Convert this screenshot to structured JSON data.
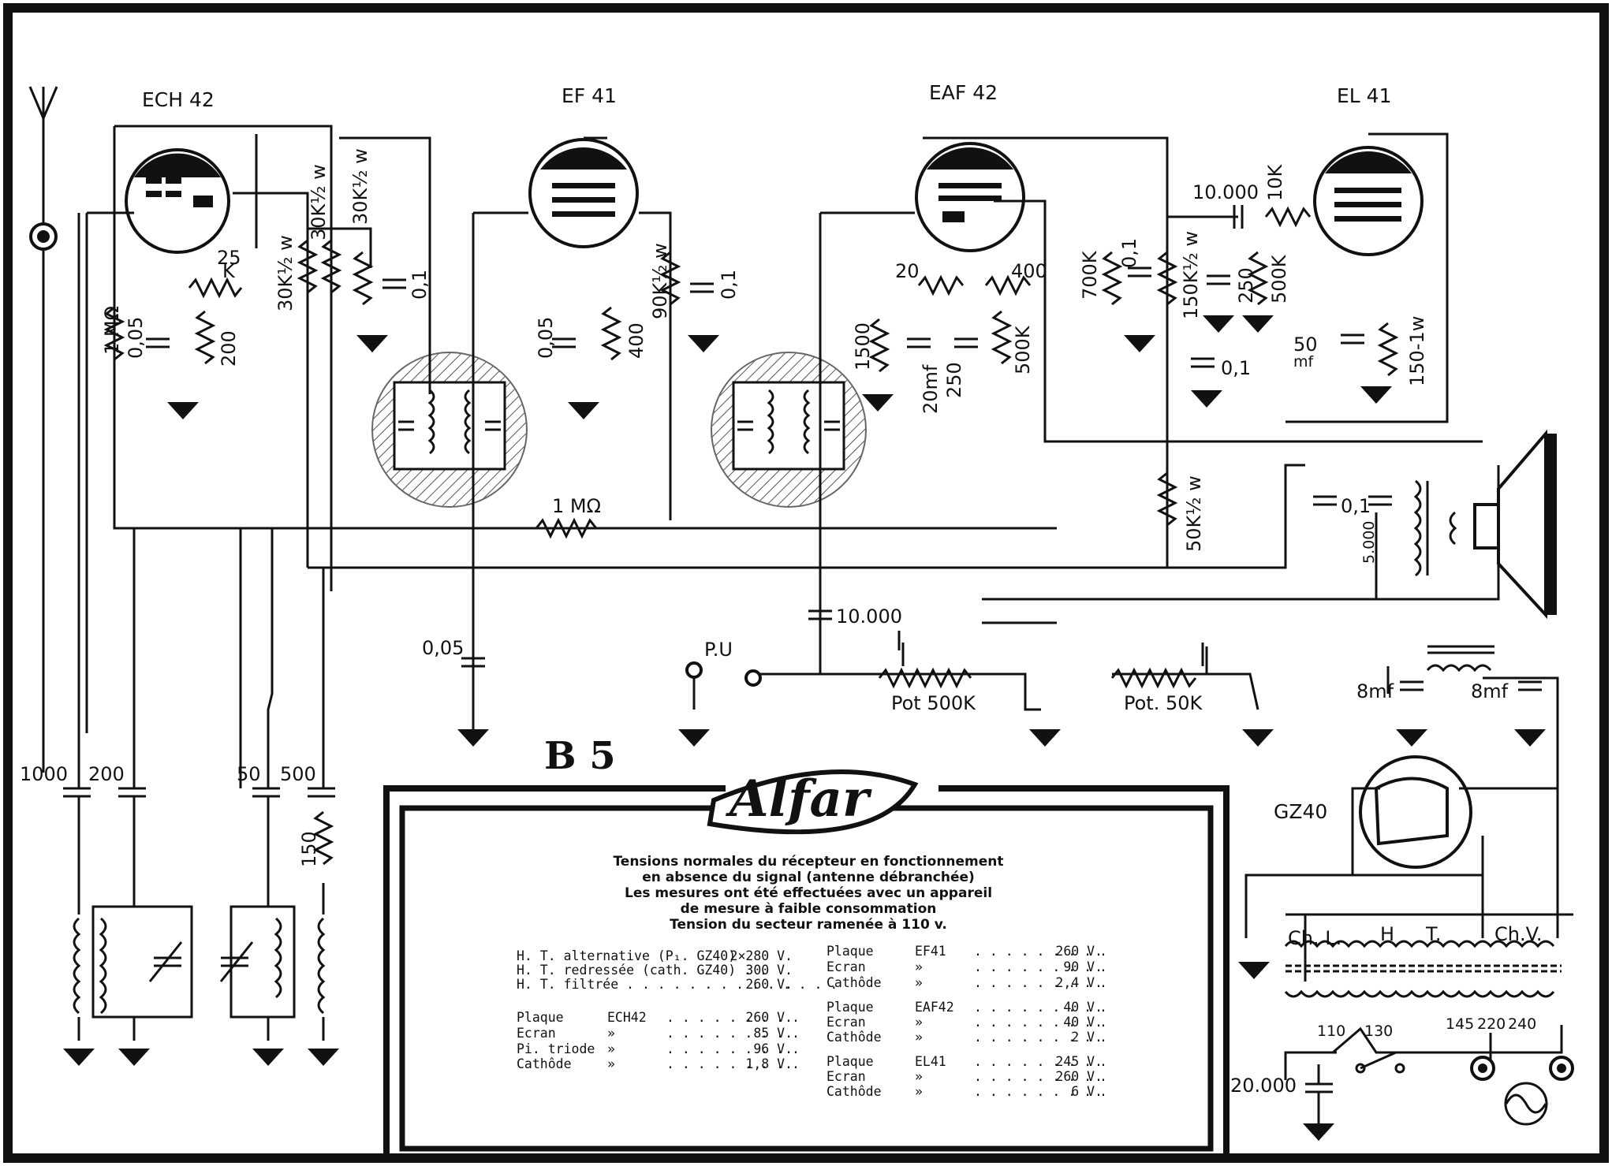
{
  "tubes": [
    {
      "id": "ech42",
      "label": "ECH 42"
    },
    {
      "id": "ef41",
      "label": "EF 41"
    },
    {
      "id": "eaf42",
      "label": "EAF 42"
    },
    {
      "id": "el41",
      "label": "EL 41"
    },
    {
      "id": "gz40",
      "label": "GZ40"
    }
  ],
  "model_label": "B 5",
  "brand": "Alfar",
  "components": {
    "r_25k": "25",
    "r_25k_unit": "K",
    "r_1m_left": "1 MΩ",
    "c_005_ech": "0,05",
    "r_200": "200",
    "r_30k_a": "30K½ w",
    "r_30k_b": "30K½ w",
    "r_30k_c": "30K½ w",
    "c_01_ech": "0,1",
    "c_005_ef": "0,05",
    "r_400_ef": "400",
    "r_90k": "90K½ w",
    "c_01_ef": "0,1",
    "r_20": "20",
    "r_400_eaf": "400",
    "r_1500": "1500",
    "c_20mf": "20mf",
    "r_250": "250",
    "r_500k": "500K",
    "r_700k": "700K",
    "c_01_eaf": "0,1",
    "c_10000_top": "10.000",
    "r_10k": "10K",
    "r_150k": "150K½ w",
    "r_250_el": "250",
    "r_500k_el": "500K",
    "c_01_el": "0,1",
    "c_50mf": "50",
    "c_50mf_unit": "mf",
    "r_150_1w": "150-1w",
    "r_1m_mid": "1 MΩ",
    "r_50k": "50K½ w",
    "c_01_out": "0,1",
    "c_5000": "5.000",
    "c_10000_mid": "10.000",
    "c_005_bottom": "0,05",
    "pu": "P.U",
    "pot_500k": "Pot 500K",
    "pot_50k": "Pot. 50K",
    "c_8mf_a": "8mf",
    "c_8mf_b": "8mf",
    "c_1000": "1000",
    "c_200": "200",
    "c_50": "50",
    "c_500": "500",
    "r_150": "150",
    "ch_l": "Ch. L.",
    "h": "H",
    "t": "T.",
    "ch_v": "Ch.V.",
    "tap_110": "110",
    "tap_130": "130",
    "tap_145": "145",
    "tap_220": "220",
    "tap_240": "240",
    "c_20000": "20.000"
  },
  "voltage_table": {
    "heading": [
      "Tensions normales du récepteur en fonctionnement",
      "en absence du signal (antenne débranchée)",
      "Les mesures ont été effectuées avec un appareil",
      "de mesure à faible consommation",
      "Tension du secteur ramenée à 110 v."
    ],
    "left_rows": [
      {
        "label": "H. T. alternative (P₁. GZ40)",
        "tube": "",
        "dots": "",
        "value": "2×280  V."
      },
      {
        "label": "H. T. redressée (cath. GZ40) . .",
        "tube": "",
        "dots": "",
        "value": "300  V."
      },
      {
        "label": "H. T. filtrée  . . . . . . . . . . . . . .",
        "tube": "",
        "dots": "",
        "value": "260  V."
      },
      {
        "label": "Plaque",
        "tube": "ECH42",
        "dots": ". . . . . . . . .",
        "value": "260  V."
      },
      {
        "label": "Ecran",
        "tube": "»",
        "dots": ". . . . . . . . .",
        "value": "85  V."
      },
      {
        "label": "Pi. triode",
        "tube": "»",
        "dots": ". . . . . . . . .",
        "value": "96  V."
      },
      {
        "label": "Cathôde",
        "tube": "»",
        "dots": ". . . . . . . . .",
        "value": "1,8  V."
      }
    ],
    "right_rows": [
      {
        "label": "Plaque",
        "tube": "EF41",
        "dots": ". . . . . . . . .",
        "value": "260  V."
      },
      {
        "label": "Ecran",
        "tube": "»",
        "dots": ". . . . . . . . .",
        "value": "90  V."
      },
      {
        "label": "Cathôde",
        "tube": "»",
        "dots": ". . . . . . . . .",
        "value": "2,4  V."
      },
      {
        "label": "Plaque",
        "tube": "EAF42",
        "dots": ". . . . . . . . .",
        "value": "40  V."
      },
      {
        "label": "Ecran",
        "tube": "»",
        "dots": ". . . . . . . . .",
        "value": "40  V."
      },
      {
        "label": "Cathôde",
        "tube": "»",
        "dots": ". . . . . . . . .",
        "value": "2  V."
      },
      {
        "label": "Plaque",
        "tube": "EL41",
        "dots": ". . . . . . . . .",
        "value": "245  V."
      },
      {
        "label": "Ecran",
        "tube": "»",
        "dots": ". . . . . . . . .",
        "value": "260  V."
      },
      {
        "label": "Cathôde",
        "tube": "»",
        "dots": ". . . . . . . . .",
        "value": "6  V."
      }
    ]
  }
}
